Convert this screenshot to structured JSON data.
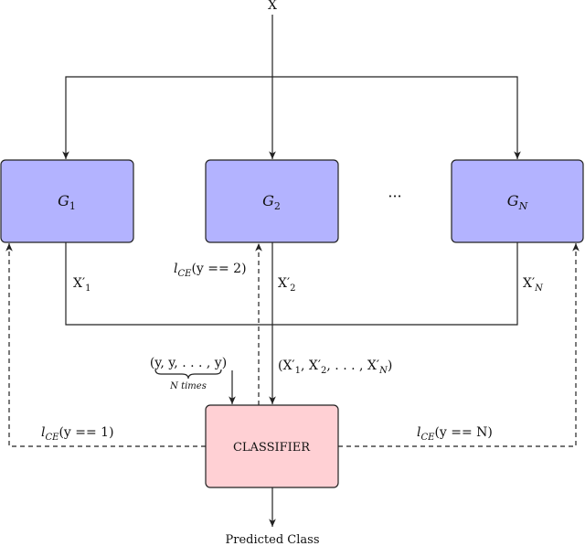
{
  "input_label": "X",
  "generators": [
    {
      "base": "G",
      "sub": "1"
    },
    {
      "base": "G",
      "sub": "2"
    },
    {
      "base": "G",
      "sub": "N"
    }
  ],
  "ellipsis": "···",
  "outputs": [
    {
      "base": "X′",
      "sub": "1"
    },
    {
      "base": "X′",
      "sub": "2"
    },
    {
      "base": "X′",
      "sub": "N"
    }
  ],
  "concat_label": {
    "open": "(X′",
    "sub1": "1",
    "mid1": ", X′",
    "sub2": "2",
    "mid2": ", . . . , X′",
    "sub3": "N",
    "close": ")"
  },
  "labels_tuple": {
    "text": "(y, y, . . . , y)",
    "brace_caption": "N  times"
  },
  "loss_labels": [
    {
      "l": "l",
      "sub": "CE",
      "cond": "(y == 1)"
    },
    {
      "l": "l",
      "sub": "CE",
      "cond": "(y == 2)"
    },
    {
      "l": "l",
      "sub": "CE",
      "cond": "(y == N)"
    }
  ],
  "classifier_label": "CLASSIFIER",
  "output_label": "Predicted Class",
  "colors": {
    "generator_fill": "#b3b3ff",
    "classifier_fill": "#ffd0d4",
    "line": "#222222"
  }
}
